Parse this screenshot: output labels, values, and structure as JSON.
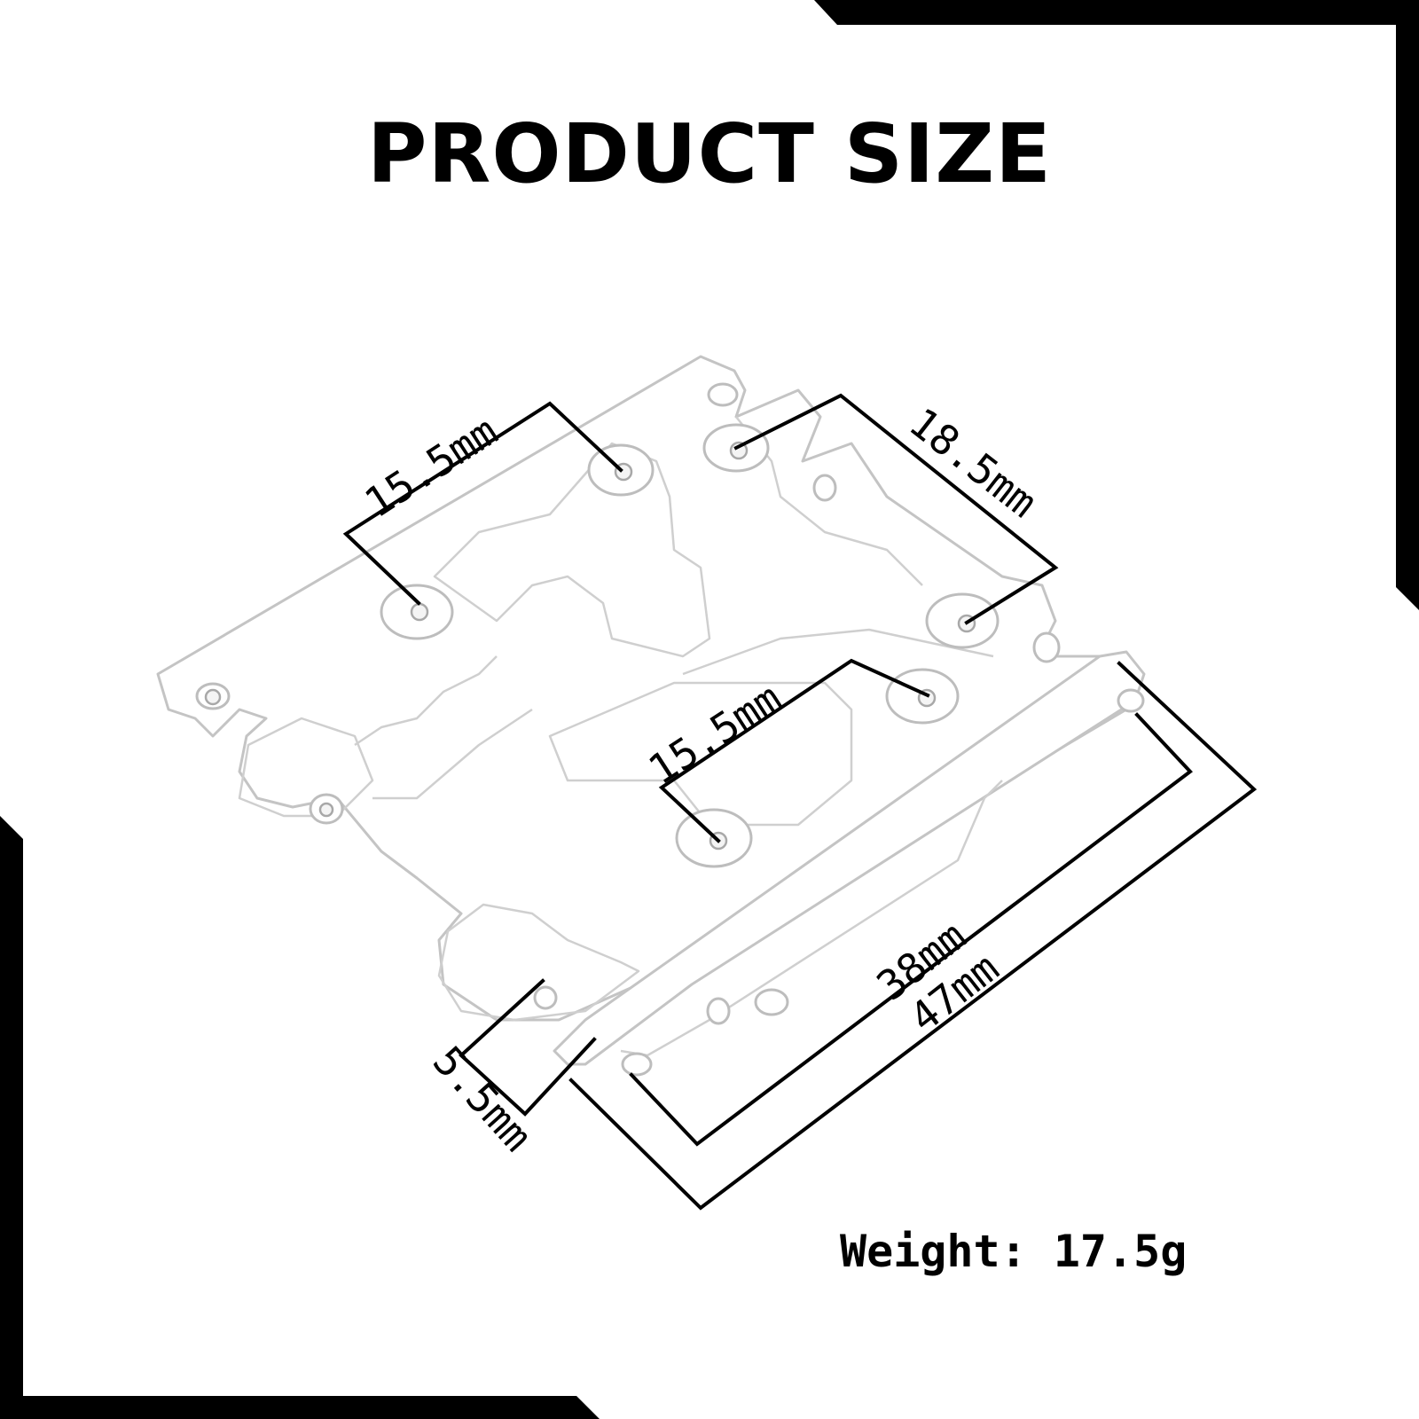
{
  "title": "PRODUCT SIZE",
  "dimensions": [
    {
      "id": "top-left",
      "label": "15.5mm"
    },
    {
      "id": "top-right",
      "label": "18.5mm"
    },
    {
      "id": "center",
      "label": "15.5mm"
    },
    {
      "id": "inner-length",
      "label": "38mm"
    },
    {
      "id": "outer-length",
      "label": "47mm"
    },
    {
      "id": "thickness",
      "label": "5.5mm"
    }
  ],
  "weight_text": "Weight: 17.5g",
  "colors": {
    "frame": "#000000",
    "text": "#000000",
    "part_outline": "#c4c4c4",
    "background": "#ffffff"
  }
}
